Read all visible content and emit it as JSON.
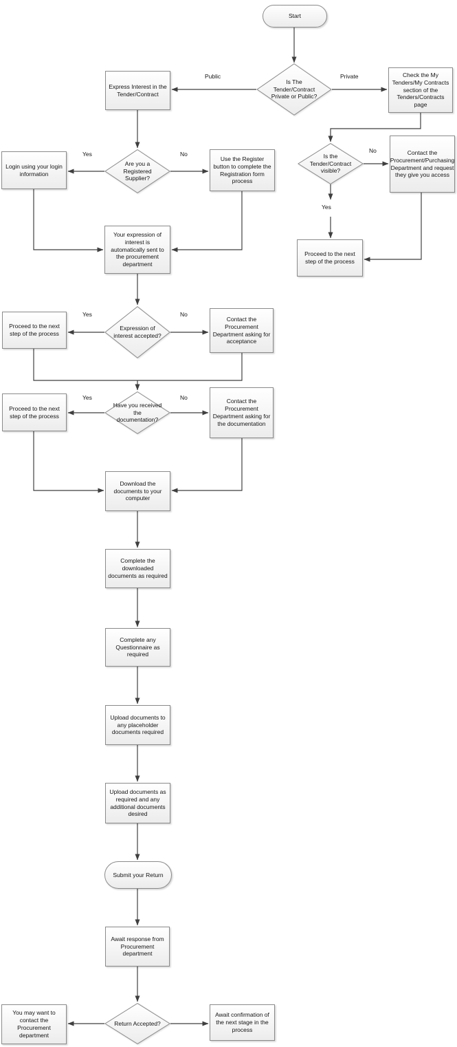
{
  "colors": {
    "node_fill_top": "#ffffff",
    "node_fill_bottom": "#ececec",
    "node_border": "#8a8a8a",
    "connector": "#3f3f3f",
    "text": "#141414"
  },
  "nodes": {
    "start": "Start",
    "q_private_public": "Is The Tender/Contract Private or Public?",
    "express_interest": "Express Interest in the Tender/Contract",
    "check_my_tenders": "Check the My Tenders/My Contracts section of the Tenders/Contracts page",
    "q_registered": "Are you a Registered Supplier?",
    "login": "Login using your login information",
    "use_register": "Use the Register button to complete the Registration form process",
    "expression_sent": "Your expression of interest is automatically sent to the procurement department",
    "q_visible": "Is the Tender/Contract visible?",
    "contact_purchasing": "Contact the Procurement/Purchasing Department and request they give you access",
    "proceed_right": "Proceed to the next step of the process",
    "q_expression_accepted": "Expression of interest accepted?",
    "proceed_1": "Proceed to the next step of the process",
    "contact_acceptance": "Contact the Procurement Department asking for acceptance",
    "q_received_docs": "Have you received the documentation?",
    "proceed_2": "Proceed to the next step of the process",
    "contact_docs": "Contact the Procurement Department asking for the documentation",
    "download_docs": "Download the documents to your computer",
    "complete_docs": "Complete the downloaded documents as required",
    "complete_questionnaire": "Complete any Questionnaire as required",
    "upload_placeholder": "Upload documents to any placeholder documents required",
    "upload_required": "Upload documents as required and any additional documents desired",
    "submit_return": "Submit your Return",
    "await_response": "Await response from Procurement department",
    "q_return_accepted": "Return Accepted?",
    "contact_final": "You may want to contact the Procurement department",
    "await_confirmation": "Await confirmation of the next stage in the process"
  },
  "labels": {
    "public": "Public",
    "private": "Private",
    "registered_yes": "Yes",
    "registered_no": "No",
    "visible_no": "No",
    "visible_yes": "Yes",
    "accepted_yes": "Yes",
    "accepted_no": "No",
    "docs_yes": "Yes",
    "docs_no": "No"
  }
}
